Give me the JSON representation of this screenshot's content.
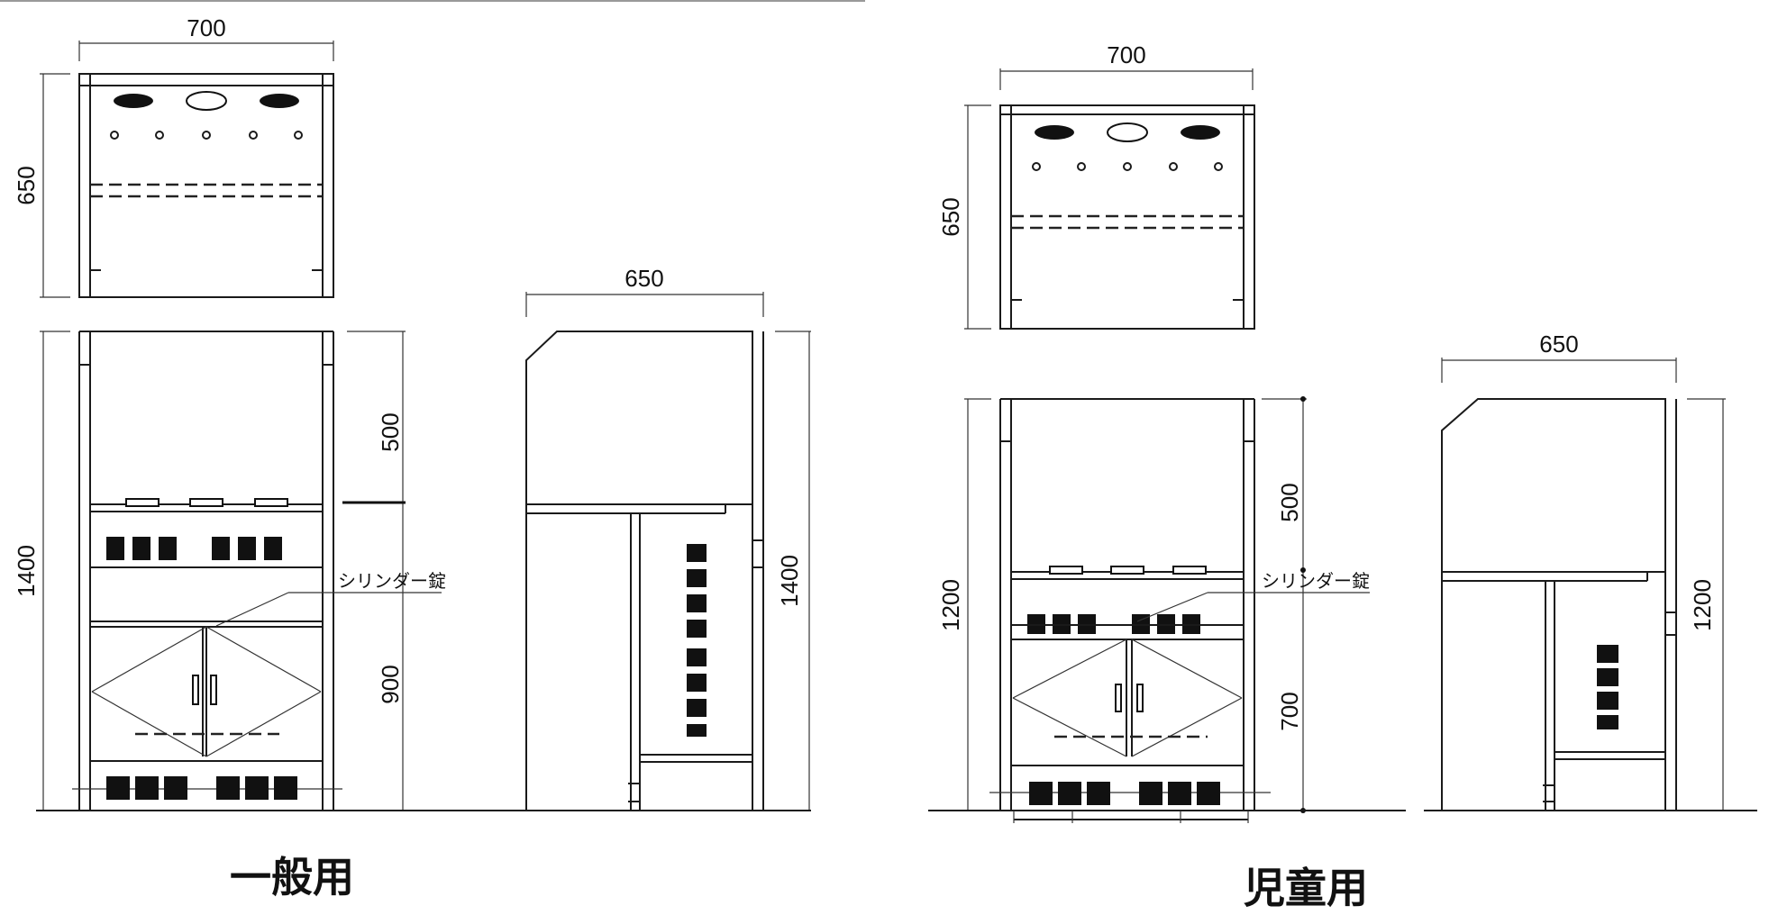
{
  "general": {
    "caption": "一般用",
    "top_width": "700",
    "top_depth": "650",
    "front_height": "1400",
    "upper_height": "500",
    "lower_height": "900",
    "side_width": "650",
    "side_height": "1400",
    "lock_note": "シリンダー錠"
  },
  "children": {
    "caption": "児童用",
    "top_width": "700",
    "top_depth": "650",
    "front_height": "1200",
    "upper_height": "500",
    "lower_height": "700",
    "side_width": "650",
    "side_height": "1200",
    "lock_note": "シリンダー錠"
  }
}
